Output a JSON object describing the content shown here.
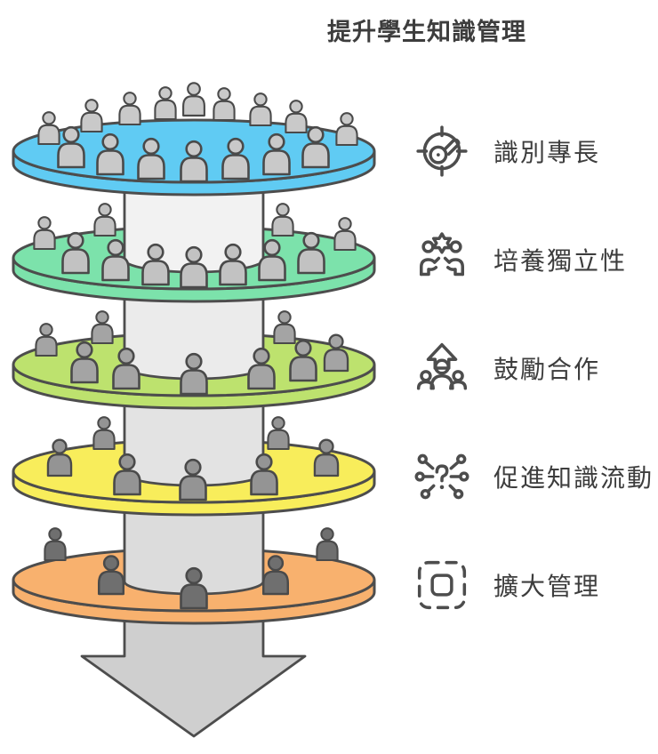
{
  "title": "提升學生知識管理",
  "levels": [
    {
      "label": "識別專長",
      "icon": "target-key-icon",
      "disc_color": "#60CBF3",
      "people_color": "#C9C9C9",
      "people_count": 16
    },
    {
      "label": "培養獨立性",
      "icon": "people-star-icon",
      "disc_color": "#7CE2AB",
      "people_color": "#C2C2C2",
      "people_count": 11
    },
    {
      "label": "鼓勵合作",
      "icon": "group-up-arrow-icon",
      "disc_color": "#BDE26E",
      "people_color": "#A4A4A4",
      "people_count": 9
    },
    {
      "label": "促進知識流動",
      "icon": "network-question-icon",
      "disc_color": "#F8ED5B",
      "people_color": "#949494",
      "people_count": 7
    },
    {
      "label": "擴大管理",
      "icon": "expand-frame-icon",
      "disc_color": "#F8B16E",
      "people_color": "#6F6F6F",
      "people_count": 5
    }
  ],
  "arrow": {
    "direction": "down",
    "segment_colors": [
      "#F2F2F2",
      "#EBEBEB",
      "#E3E3E3",
      "#DCDCDC"
    ],
    "head_color": "#CFCFCF",
    "outline_color": "#4D4D4D"
  },
  "colors": {
    "background": "#FFFFFF",
    "outline": "#4D4D4D",
    "text": "#3D3D3D",
    "icon_stroke": "#4D4D4D"
  }
}
